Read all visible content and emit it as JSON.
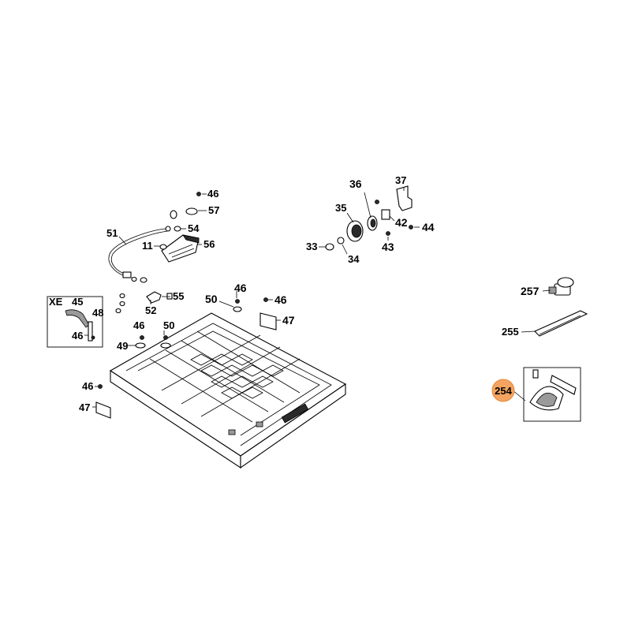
{
  "diagram": {
    "labels": {
      "p46a": "46",
      "p57": "57",
      "p54": "54",
      "p51": "51",
      "p11": "11",
      "p56": "56",
      "p55": "55",
      "p52": "52",
      "p46b": "46",
      "p50a": "50",
      "p49": "49",
      "p50b": "50",
      "p46c": "46",
      "p46d": "46",
      "p47a": "47",
      "p46e": "46",
      "p47b": "47",
      "xe": "XE",
      "p45": "45",
      "p48": "48",
      "p46f": "46",
      "p36": "36",
      "p37": "37",
      "p35": "35",
      "p42": "42",
      "p44": "44",
      "p33": "33",
      "p34": "34",
      "p43": "43",
      "p257": "257",
      "p255": "255",
      "p254": "254"
    },
    "highlight_color": "#f4a460"
  }
}
